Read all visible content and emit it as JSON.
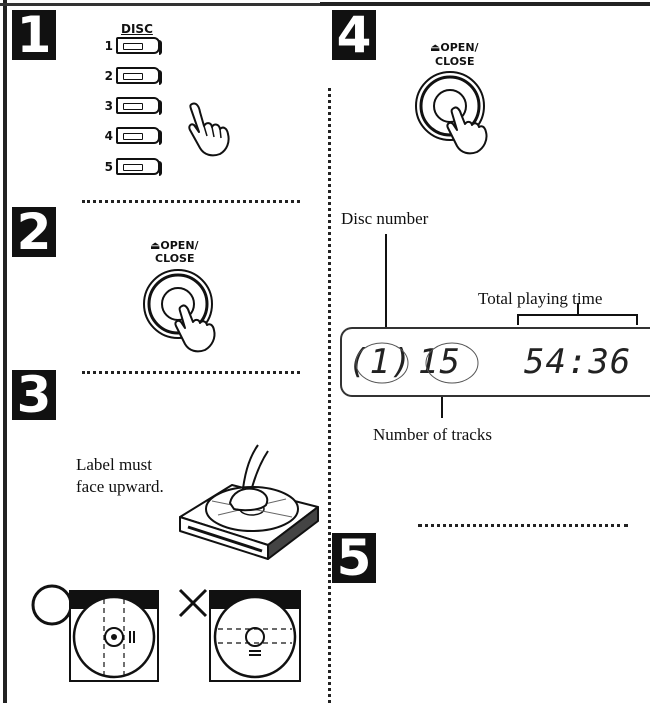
{
  "steps": {
    "s1": "1",
    "s2": "2",
    "s3": "3",
    "s4": "4",
    "s5": "5"
  },
  "disc_panel": {
    "title": "DISC",
    "buttons": [
      "1",
      "2",
      "3",
      "4",
      "5"
    ]
  },
  "open_close_button": {
    "line1": "⏏OPEN/",
    "line2": "CLOSE"
  },
  "display": {
    "disc_number_label": "Disc number",
    "total_time_label": "Total playing time",
    "tracks_label": "Number of tracks",
    "disc_number": "(1)",
    "track_count": "15",
    "total_time": "54:36"
  },
  "instruction": {
    "label_line1": "Label must",
    "label_line2": "face upward."
  },
  "icons": {
    "correct": "circle-mark-icon",
    "incorrect": "cross-mark-icon"
  }
}
